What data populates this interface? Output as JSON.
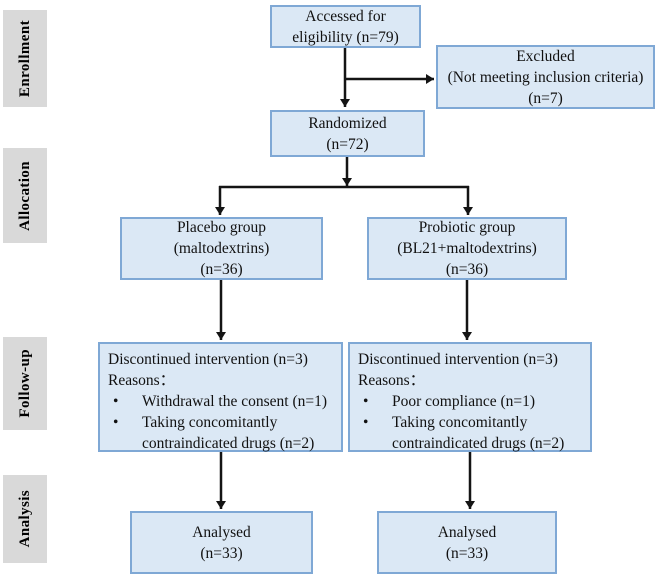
{
  "palette": {
    "box_fill": "#dbe8f5",
    "box_border": "#7fa8d5",
    "stage_bg": "#d9d9d9",
    "arrow_color": "#141414",
    "text_color": "#111111"
  },
  "glyphs": {
    "bullet": "•"
  },
  "stages": [
    {
      "label": "Enrollment"
    },
    {
      "label": "Allocation"
    },
    {
      "label": "Follow-up"
    },
    {
      "label": "Analysis"
    }
  ],
  "boxes": {
    "accessed": {
      "lines": [
        "Accessed for",
        "eligibility (n=79)"
      ]
    },
    "excluded": {
      "lines": [
        "Excluded",
        "(Not meeting inclusion criteria)",
        "(n=7)"
      ]
    },
    "randomized": {
      "lines": [
        "Randomized",
        "(n=72)"
      ]
    },
    "placebo": {
      "lines": [
        "Placebo group",
        "(maltodextrins)",
        "(n=36)"
      ]
    },
    "probiotic": {
      "lines": [
        "Probiotic group",
        "(BL21+maltodextrins)",
        "(n=36)"
      ]
    },
    "followup_left": {
      "title": "Discontinued intervention (n=3)",
      "reasons_label": "Reasons：",
      "bullets": [
        "Withdrawal the consent (n=1)",
        "Taking concomitantly contraindicated drugs (n=2)"
      ]
    },
    "followup_right": {
      "title": "Discontinued intervention (n=3)",
      "reasons_label": "Reasons：",
      "bullets": [
        "Poor compliance (n=1)",
        "Taking concomitantly contraindicated drugs (n=2)"
      ]
    },
    "analysed_left": {
      "lines": [
        "Analysed",
        "(n=33)"
      ]
    },
    "analysed_right": {
      "lines": [
        "Analysed",
        "(n=33)"
      ]
    }
  }
}
